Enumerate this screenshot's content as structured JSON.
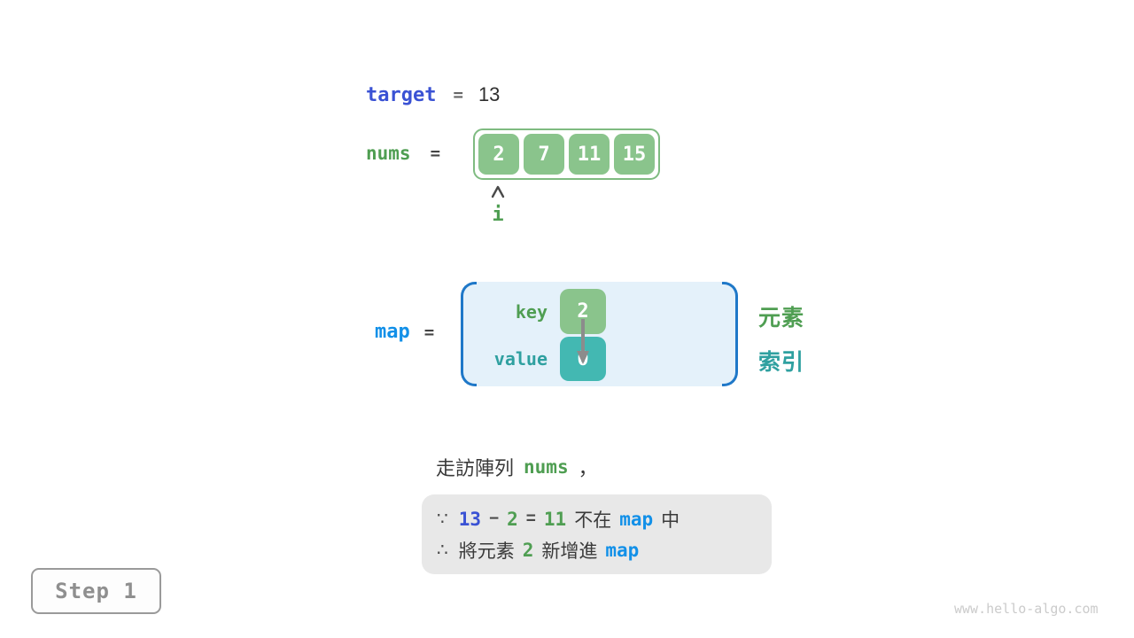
{
  "colors": {
    "royal_blue": "#3a52d4",
    "azure_blue": "#1290e8",
    "green": "#4f9e52",
    "green_fill": "#8ac48c",
    "green_border": "#7fbb81",
    "teal": "#2fa0a0",
    "teal_fill": "#43b8b2",
    "dark": "#3a3a3a",
    "note_bg": "#e8e8e8",
    "map_fill": "#e4f1fa",
    "bracket_blue": "#1f78c8",
    "gray": "#8f8f8f"
  },
  "target_line": {
    "label": "target",
    "equals": "=",
    "value": "13"
  },
  "nums_line": {
    "label": "nums",
    "equals": "=",
    "cells": [
      "2",
      "7",
      "11",
      "15"
    ],
    "pointer_label": "i"
  },
  "map_section": {
    "label": "map",
    "equals": "=",
    "key_label": "key",
    "key_cell": "2",
    "value_label": "value",
    "value_cell": "0",
    "element_label": "元素",
    "index_label": "索引"
  },
  "caption": {
    "prefix": "走訪陣列",
    "code": "nums",
    "comma": "，"
  },
  "note": {
    "line1": {
      "because": "∵",
      "minuend": "13",
      "minus": "−",
      "subtrahend": "2",
      "equals": "=",
      "difference": "11",
      "not_in": "不在",
      "map": "map",
      "suffix": "中"
    },
    "line2": {
      "therefore": "∴",
      "prefix": "將元素",
      "value": "2",
      "middle": "新增進",
      "map": "map"
    }
  },
  "footer": {
    "step_label": "Step 1",
    "watermark": "www.hello-algo.com"
  }
}
